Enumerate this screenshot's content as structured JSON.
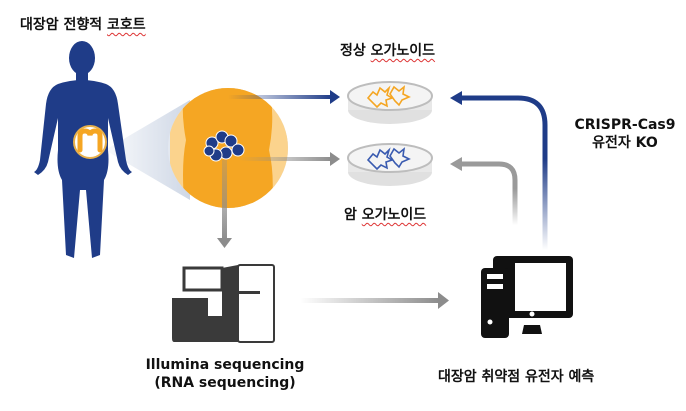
{
  "labels": {
    "cohort_prefix": "대장암 전향적 ",
    "cohort_underlined": "코호트",
    "normal_prefix": "정상 ",
    "normal_underlined": "오가노이드",
    "cancer_prefix": "암 ",
    "cancer_underlined": "오가노이드",
    "crispr_line1": "CRISPR-Cas9",
    "crispr_line2": "유전자 KO",
    "seq_line1": "Illumina sequencing",
    "seq_line2": "(RNA sequencing)",
    "prediction": "대장암 취약점 유전자 예측"
  },
  "colors": {
    "navy": "#1f3c88",
    "orange": "#f5a623",
    "light_orange": "#fbd38d",
    "gray_arrow": "#8c8c8c",
    "dark_gray": "#3a3a3a"
  }
}
